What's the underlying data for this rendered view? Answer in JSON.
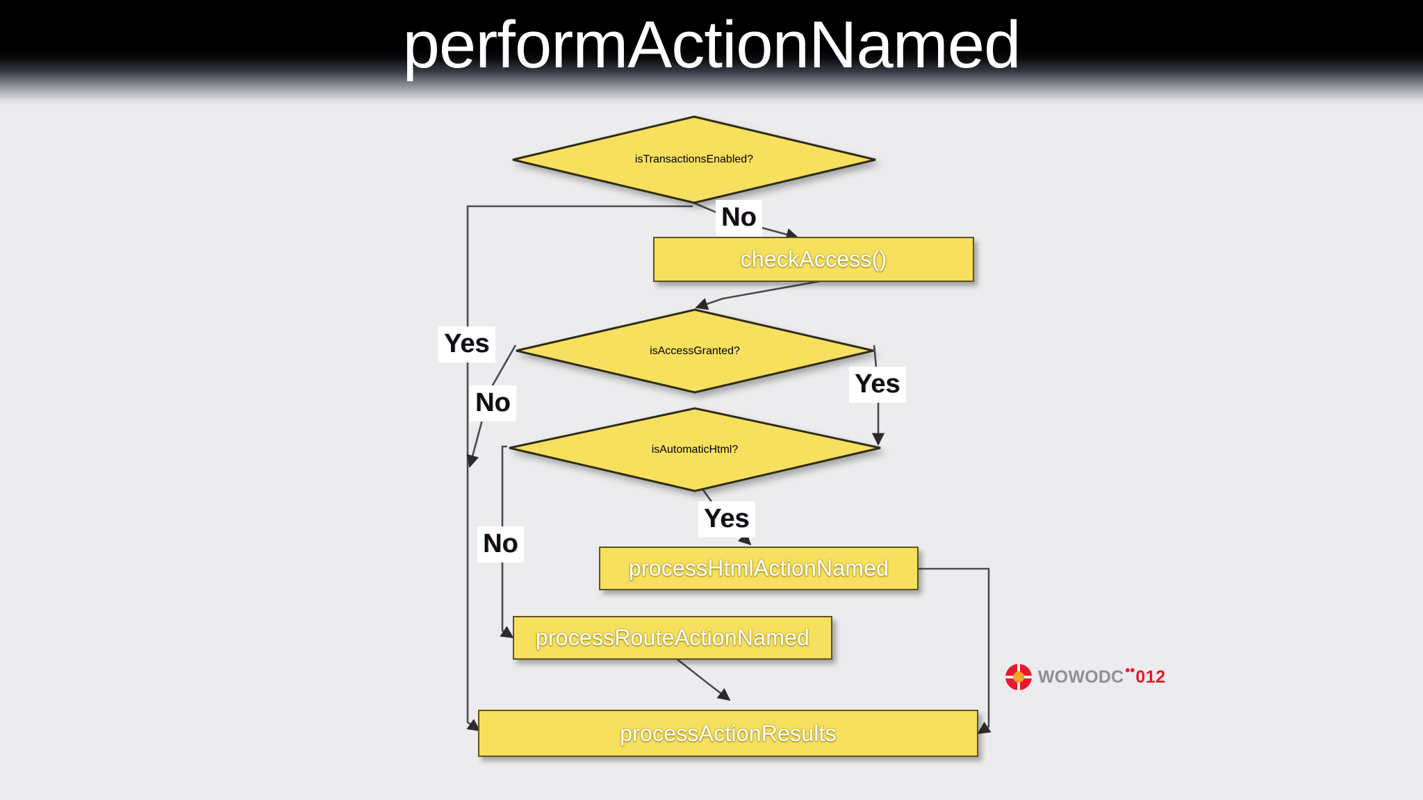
{
  "slide": {
    "title": "performActionNamed",
    "background_color": "#ececee",
    "header_color": "#000000"
  },
  "diagram": {
    "type": "flowchart",
    "node_fill": "#f6e05e",
    "node_border": "#5c5320",
    "node_text_color": "#ffffff",
    "nodes": [
      {
        "id": "isTransactionsEnabled",
        "shape": "diamond",
        "label": "isTransactionsEnabled?"
      },
      {
        "id": "checkAccess",
        "shape": "box",
        "label": "checkAccess()"
      },
      {
        "id": "isAccessGranted",
        "shape": "diamond",
        "label": "isAccessGranted?"
      },
      {
        "id": "isAutomaticHtml",
        "shape": "diamond",
        "label": "isAutomaticHtml?"
      },
      {
        "id": "processHtmlActionNamed",
        "shape": "box",
        "label": "processHtmlActionNamed"
      },
      {
        "id": "processRouteActionNamed",
        "shape": "box",
        "label": "processRouteActionNamed"
      },
      {
        "id": "processActionResults",
        "shape": "box",
        "label": "processActionResults"
      }
    ],
    "edges": [
      {
        "id": "e-trans-yes",
        "from": "isTransactionsEnabled",
        "to": "processActionResults",
        "label": "Yes"
      },
      {
        "id": "e-trans-no",
        "from": "isTransactionsEnabled",
        "to": "checkAccess",
        "label": "No"
      },
      {
        "id": "e-check-grant",
        "from": "checkAccess",
        "to": "isAccessGranted",
        "label": ""
      },
      {
        "id": "e-grant-no",
        "from": "isAccessGranted",
        "to": "processActionResults",
        "label": "No"
      },
      {
        "id": "e-grant-yes",
        "from": "isAccessGranted",
        "to": "isAutomaticHtml",
        "label": "Yes"
      },
      {
        "id": "e-auto-no",
        "from": "isAutomaticHtml",
        "to": "processRouteActionNamed",
        "label": "No"
      },
      {
        "id": "e-auto-yes",
        "from": "isAutomaticHtml",
        "to": "processHtmlActionNamed",
        "label": "Yes"
      },
      {
        "id": "e-html-results",
        "from": "processHtmlActionNamed",
        "to": "processActionResults",
        "label": ""
      },
      {
        "id": "e-route-results",
        "from": "processRouteActionNamed",
        "to": "processActionResults",
        "label": ""
      }
    ],
    "edge_labels": {
      "trans_yes": "Yes",
      "trans_no": "No",
      "grant_no": "No",
      "grant_yes": "Yes",
      "auto_no": "No",
      "auto_yes": "Yes"
    }
  },
  "logo": {
    "wordmark": "WOWODC",
    "ticks": "••",
    "year": "012",
    "mark_color": "#e8192c",
    "mark_inner_color": "#f6a22a",
    "wordmark_color": "#8d8f94"
  }
}
